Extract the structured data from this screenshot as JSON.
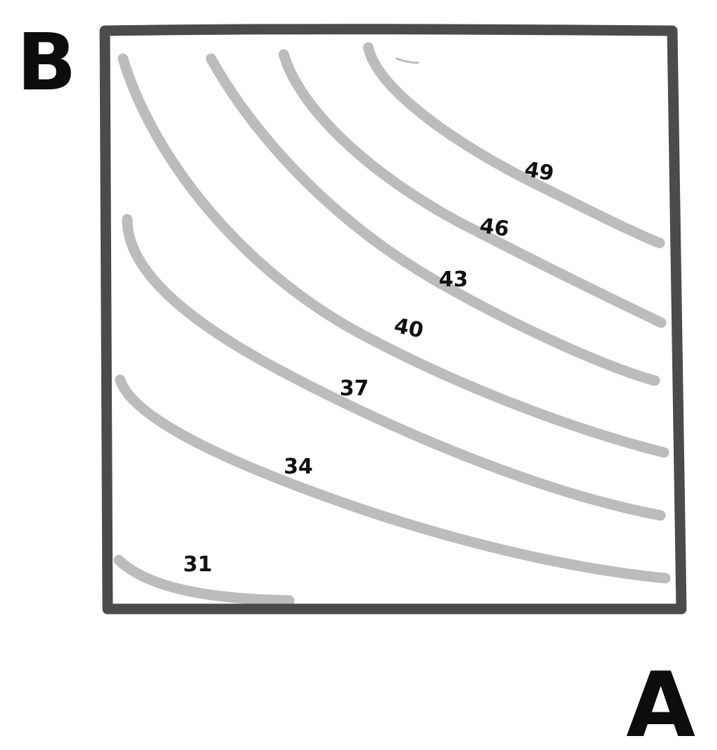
{
  "axes": {
    "x_label": "A",
    "y_label": "B"
  },
  "contours": [
    {
      "value": "31"
    },
    {
      "value": "34"
    },
    {
      "value": "37"
    },
    {
      "value": "40"
    },
    {
      "value": "43"
    },
    {
      "value": "46"
    },
    {
      "value": "49"
    }
  ],
  "colors": {
    "frame": "#4b4b4b",
    "contour_line": "#bcbcbc",
    "text": "#111111",
    "background": "#ffffff"
  }
}
